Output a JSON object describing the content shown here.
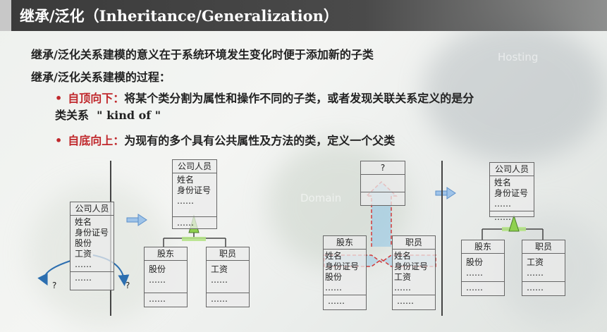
{
  "title": "继承/泛化（Inheritance/Generalization）",
  "intro_line1": "继承/泛化关系建模的意义在于系统环境发生变化时便于添加新的子类",
  "intro_line2": "继承/泛化关系建模的过程：",
  "bullets": [
    {
      "dot": "•",
      "head": "自顶向下：",
      "body1": "将某个类分割为属性和操作不同的子类，或者发现关联关系定义的是分",
      "body2_cn": "类关系",
      "body2_en": "\" kind of \""
    },
    {
      "dot": "•",
      "head": "自底向上：",
      "body1": "为现有的多个具有公共属性及方法的类，定义一个父类"
    }
  ],
  "watermarks": {
    "hosting": "Hosting",
    "domain": "Domain"
  },
  "left_diagram": {
    "source": {
      "name": "公司人员",
      "attrs": [
        "姓名",
        "身份证号",
        "股份",
        "工资",
        "……"
      ],
      "ops": "……"
    },
    "question": "?",
    "parent": {
      "name": "公司人员",
      "attrs": [
        "姓名",
        "身份证号",
        "……"
      ],
      "ops": "……"
    },
    "children": [
      {
        "name": "股东",
        "attrs": [
          "股份",
          "……"
        ],
        "ops": "……"
      },
      {
        "name": "职员",
        "attrs": [
          "工资",
          "……"
        ],
        "ops": "……"
      }
    ]
  },
  "right_diagram": {
    "unknown": {
      "name": "?"
    },
    "children": [
      {
        "name": "股东",
        "attrs": [
          "姓名",
          "身份证号",
          "股份",
          "……"
        ],
        "ops": "……"
      },
      {
        "name": "职员",
        "attrs": [
          "姓名",
          "身份证号",
          "工资",
          "……"
        ],
        "ops": "……"
      }
    ],
    "parent": {
      "name": "公司人员",
      "attrs": [
        "姓名",
        "身份证号",
        "……"
      ],
      "ops": "……"
    },
    "result_children": [
      {
        "name": "股东",
        "attrs": [
          "股份",
          "……"
        ],
        "ops": "……"
      },
      {
        "name": "职员",
        "attrs": [
          "工资",
          "……"
        ],
        "ops": "……"
      }
    ]
  },
  "colors": {
    "accent_red": "#c0282c",
    "arrow_blue": "#5b8fc9",
    "triangle_green": "#8fd14f"
  }
}
